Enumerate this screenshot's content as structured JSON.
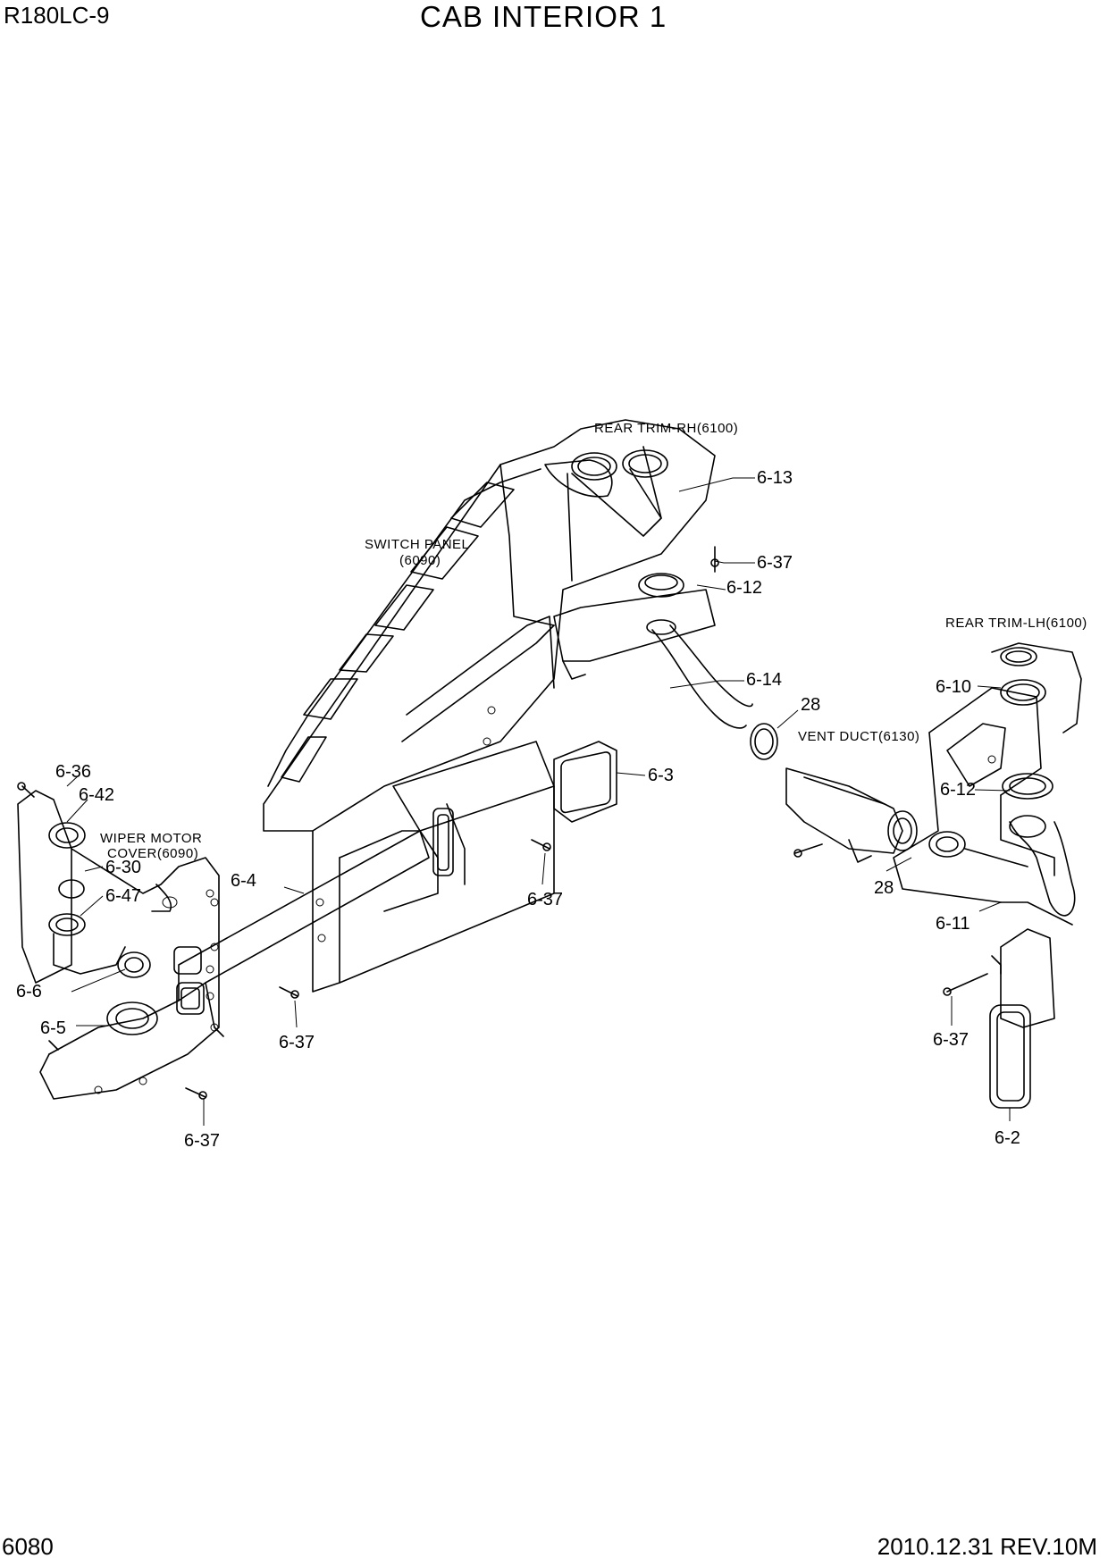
{
  "header": {
    "model": "R180LC-9",
    "title": "CAB INTERIOR 1"
  },
  "footer": {
    "sheet": "6080",
    "revision": "2010.12.31 REV.10M"
  },
  "references": {
    "rear_trim_rh": "REAR TRIM-RH(6100)",
    "switch_panel_1": "SWITCH PANEL",
    "switch_panel_2": "(6090)",
    "rear_trim_lh": "REAR TRIM-LH(6100)",
    "vent_duct": "VENT DUCT(6130)",
    "wiper_1": "WIPER MOTOR",
    "wiper_2": "COVER(6090)"
  },
  "callouts": {
    "c_6_13": "6-13",
    "c_6_37_a": "6-37",
    "c_6_12_a": "6-12",
    "c_6_14": "6-14",
    "c_28_a": "28",
    "c_6_10": "6-10",
    "c_6_12_b": "6-12",
    "c_6_3": "6-3",
    "c_6_36": "6-36",
    "c_6_42": "6-42",
    "c_6_30": "6-30",
    "c_6_47": "6-47",
    "c_6_4": "6-4",
    "c_6_37_b": "6-37",
    "c_28_b": "28",
    "c_6_11": "6-11",
    "c_6_6": "6-6",
    "c_6_5": "6-5",
    "c_6_37_c": "6-37",
    "c_6_37_d": "6-37",
    "c_6_37_e": "6-37",
    "c_6_2": "6-2"
  }
}
